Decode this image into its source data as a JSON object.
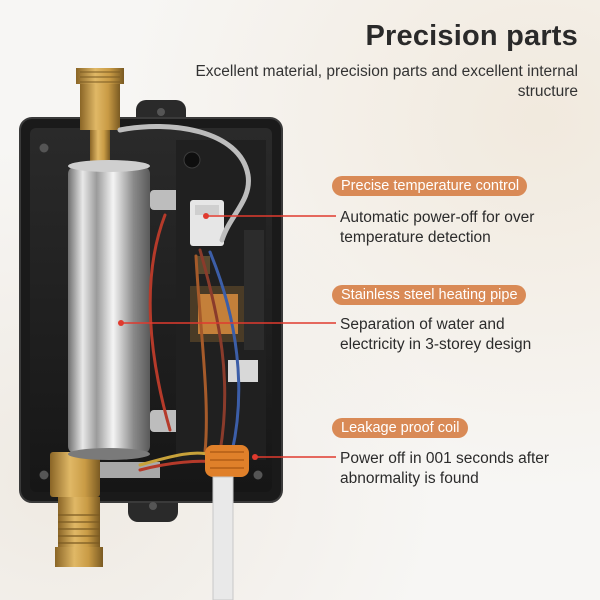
{
  "header": {
    "title": "Precision parts",
    "subtitle": "Excellent material, precision parts and excellent internal structure"
  },
  "features": [
    {
      "label": "Precise temperature control",
      "description_lines": [
        "Automatic power-off for over",
        "temperature detection"
      ]
    },
    {
      "label": "Stainless steel heating pipe",
      "description_lines": [
        "Separation of water and",
        "electricity in 3-storey design"
      ]
    },
    {
      "label": "Leakage proof coil",
      "description_lines": [
        "Power off in 001 seconds after",
        "abnormality is found"
      ]
    }
  ],
  "colors": {
    "accent": "#d98a56",
    "callout_line": "#e03a2e",
    "housing": "#1c1c1c",
    "brass": "#c99b45"
  }
}
